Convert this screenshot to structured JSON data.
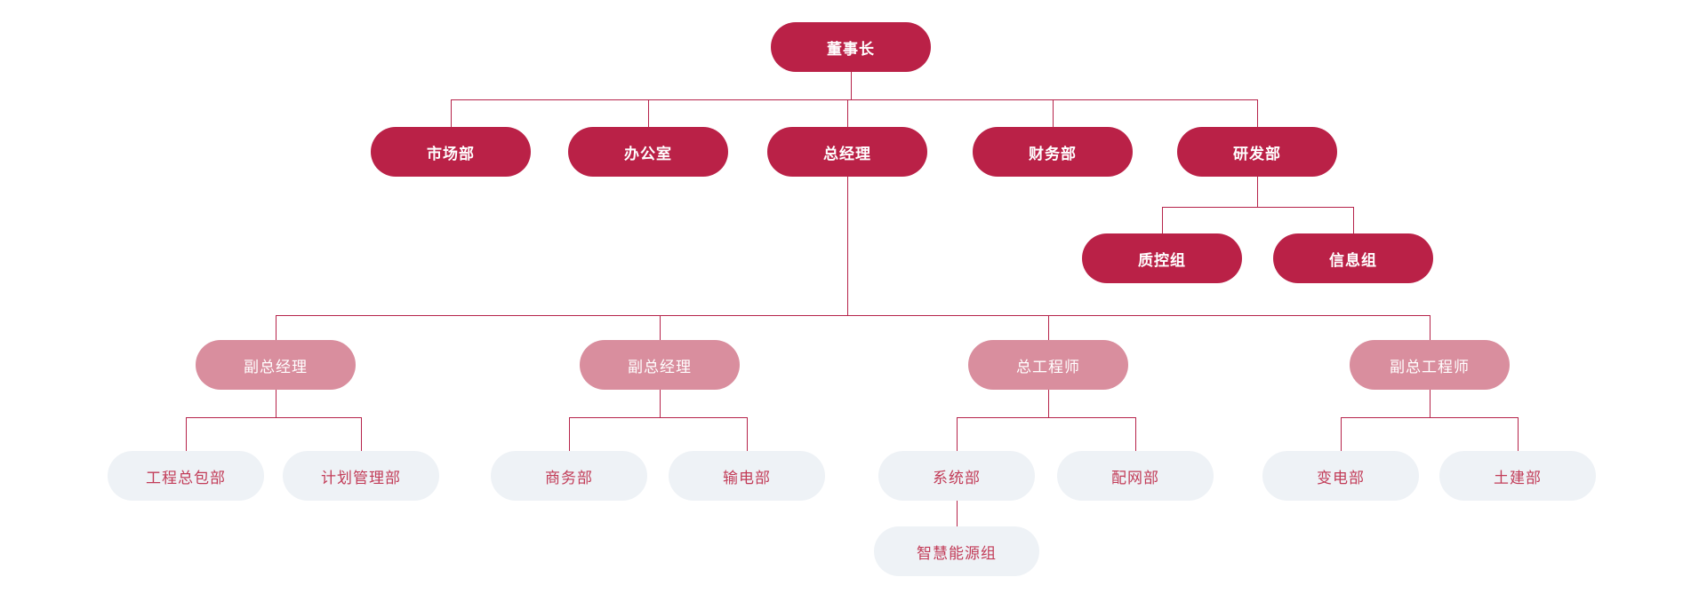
{
  "canvas": {
    "background": "#ffffff"
  },
  "palette": {
    "primary_fill": "#ba2147",
    "primary_text": "#ffffff",
    "secondary_fill": "#d98e9e",
    "secondary_text": "#ffffff",
    "leaf_fill": "#eef2f6",
    "leaf_text": "#c23c58",
    "connector": "#b6234a"
  },
  "org_chart": {
    "type": "organization-chart",
    "nodes": {
      "chairman": {
        "label": "董事长",
        "level": "primary"
      },
      "marketing_dept": {
        "label": "市场部",
        "level": "primary"
      },
      "office": {
        "label": "办公室",
        "level": "primary"
      },
      "general_manager": {
        "label": "总经理",
        "level": "primary"
      },
      "finance_dept": {
        "label": "财务部",
        "level": "primary"
      },
      "rnd_dept": {
        "label": "研发部",
        "level": "primary"
      },
      "quality_control_group": {
        "label": "质控组",
        "level": "primary"
      },
      "information_group": {
        "label": "信息组",
        "level": "primary"
      },
      "deputy_general_manager_1": {
        "label": "副总经理",
        "level": "secondary"
      },
      "deputy_general_manager_2": {
        "label": "副总经理",
        "level": "secondary"
      },
      "chief_engineer": {
        "label": "总工程师",
        "level": "secondary"
      },
      "deputy_chief_engineer": {
        "label": "副总工程师",
        "level": "secondary"
      },
      "engineering_contracting_dept": {
        "label": "工程总包部",
        "level": "leaf"
      },
      "planning_management_dept": {
        "label": "计划管理部",
        "level": "leaf"
      },
      "commerce_dept": {
        "label": "商务部",
        "level": "leaf"
      },
      "power_transmission_dept": {
        "label": "输电部",
        "level": "leaf"
      },
      "system_dept": {
        "label": "系统部",
        "level": "leaf"
      },
      "distribution_network_dept": {
        "label": "配网部",
        "level": "leaf"
      },
      "substation_dept": {
        "label": "变电部",
        "level": "leaf"
      },
      "civil_engineering_dept": {
        "label": "土建部",
        "level": "leaf"
      },
      "smart_energy_group": {
        "label": "智慧能源组",
        "level": "leaf"
      }
    },
    "hierarchy_edges": [
      [
        "chairman",
        "marketing_dept"
      ],
      [
        "chairman",
        "office"
      ],
      [
        "chairman",
        "general_manager"
      ],
      [
        "chairman",
        "finance_dept"
      ],
      [
        "chairman",
        "rnd_dept"
      ],
      [
        "rnd_dept",
        "quality_control_group"
      ],
      [
        "rnd_dept",
        "information_group"
      ],
      [
        "general_manager",
        "deputy_general_manager_1"
      ],
      [
        "general_manager",
        "deputy_general_manager_2"
      ],
      [
        "general_manager",
        "chief_engineer"
      ],
      [
        "general_manager",
        "deputy_chief_engineer"
      ],
      [
        "deputy_general_manager_1",
        "engineering_contracting_dept"
      ],
      [
        "deputy_general_manager_1",
        "planning_management_dept"
      ],
      [
        "deputy_general_manager_2",
        "commerce_dept"
      ],
      [
        "deputy_general_manager_2",
        "power_transmission_dept"
      ],
      [
        "chief_engineer",
        "system_dept"
      ],
      [
        "chief_engineer",
        "distribution_network_dept"
      ],
      [
        "deputy_chief_engineer",
        "substation_dept"
      ],
      [
        "deputy_chief_engineer",
        "civil_engineering_dept"
      ],
      [
        "system_dept",
        "smart_energy_group"
      ]
    ]
  }
}
